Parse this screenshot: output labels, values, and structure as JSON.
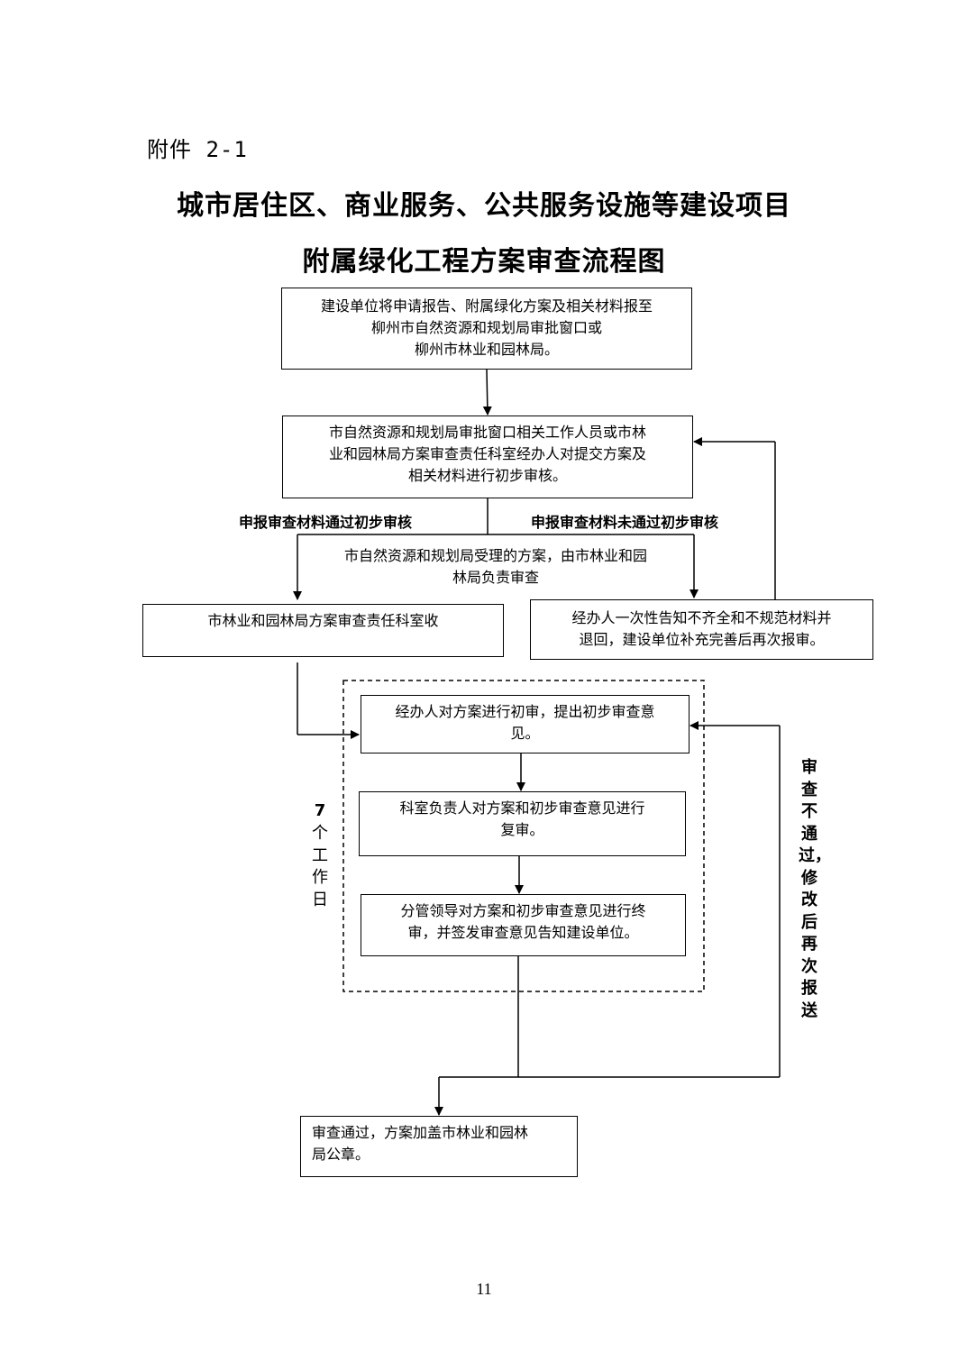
{
  "attachment_label": "附件 2-1",
  "title_line1": "城市居住区、商业服务、公共服务设施等建设项目",
  "title_line2": "附属绿化工程方案审查流程图",
  "boxes": {
    "submit": "建设单位将申请报告、附属绿化方案及相关材料报至\n柳州市自然资源和规划局审批窗口或\n柳州市林业和园林局。",
    "initial_check": "市自然资源和规划局审批窗口相关工作人员或市林\n业和园林局方案审查责任科室经办人对提交方案及\n相关材料进行初步审核。",
    "transfer": "市自然资源和规划局受理的方案，由市林业和园\n林局负责审查",
    "receive": "市林业和园林局方案审查责任科室收",
    "reject": "经办人一次性告知不齐全和不规范材料并\n退回，建设单位补充完善后再次报审。",
    "first_review": "经办人对方案进行初审，提出初步审查意\n见。",
    "second_review": "科室负责人对方案和初步审查意见进行\n复审。",
    "final_review": "分管领导对方案和初步审查意见进行终\n审，并签发审查意见告知建设单位。",
    "approved": "审查通过，方案加盖市林业和园林\n局公章。"
  },
  "labels": {
    "pass": "申报审查材料通过初步审核",
    "fail": "申报审查材料未通过初步审核",
    "days_number": "7",
    "days_text": "个工作日",
    "resubmit": "审查不通过，修改后再次报送"
  },
  "page_number": "11"
}
